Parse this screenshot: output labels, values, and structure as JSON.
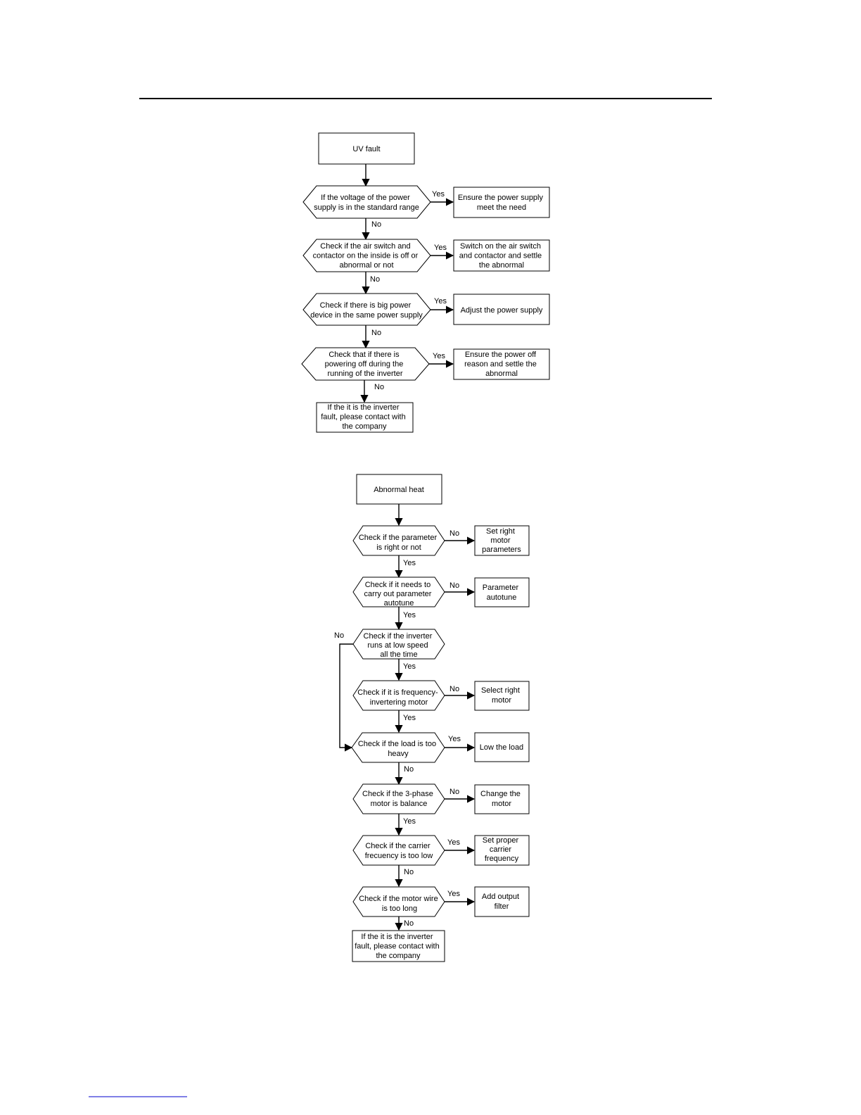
{
  "uv_fault": {
    "start": "UV fault",
    "q1": [
      "If the voltage of the power",
      "supply is in the standard range"
    ],
    "a1": [
      "Ensure the power supply",
      "meet the need"
    ],
    "q2": [
      "Check if the air switch and",
      "contactor on the inside is off or",
      "abnormal  or not"
    ],
    "a2": [
      "Switch on the air switch",
      "and contactor and settle",
      "the abnormal"
    ],
    "q3": [
      "Check if there is big power",
      "device in the same power supply"
    ],
    "a3": [
      "Adjust the power supply"
    ],
    "q4": [
      "Check that if there is",
      "powering off during the",
      "running of the inverter"
    ],
    "a4": [
      "Ensure the power off",
      "reason and settle the",
      "abnormal"
    ],
    "end": [
      "If the it is the inverter",
      "fault, please contact with",
      "the  company"
    ],
    "labels": {
      "y1": "Yes",
      "n1": "No",
      "y2": "Yes",
      "n2": "No",
      "y3": "Yes",
      "n3": "No",
      "y4": "Yes",
      "n4": "No"
    }
  },
  "abnormal_heat": {
    "start": "Abnormal heat",
    "q1": [
      "Check if the parameter",
      "is right or not"
    ],
    "a1": [
      "Set right",
      "motor",
      "parameters"
    ],
    "q2": [
      "Check if it needs to",
      "carry out parameter",
      "autotune"
    ],
    "a2": [
      "Parameter",
      "autotune"
    ],
    "q3": [
      "Check if the inverter",
      "runs at low speed",
      "all the time"
    ],
    "q4": [
      "Check if it is frequency-",
      "invertering motor"
    ],
    "a4": [
      "Select right",
      "motor"
    ],
    "q5": [
      "Check if the load is too",
      "heavy"
    ],
    "a5": [
      "Low the load"
    ],
    "q6": [
      "Check if the 3-phase",
      "motor is balance"
    ],
    "a6": [
      "Change the",
      "motor"
    ],
    "q7": [
      "Check if the carrier",
      "frecuency is too low"
    ],
    "a7": [
      "Set proper",
      "carrier",
      "frequency"
    ],
    "q8": [
      "Check if the motor wire",
      "is too long"
    ],
    "a8": [
      "Add output",
      "filter"
    ],
    "end": [
      "If the it is the inverter",
      "fault, please contact with",
      "the company"
    ],
    "labels": {
      "n1": "No",
      "y1": "Yes",
      "n2": "No",
      "y2": "Yes",
      "n3": "No",
      "y3": "Yes",
      "n4": "No",
      "y4": "Yes",
      "y5": "Yes",
      "n5": "No",
      "n6": "No",
      "y6": "Yes",
      "y7": "Yes",
      "n7": "No",
      "y8": "Yes",
      "n8": "No"
    }
  }
}
